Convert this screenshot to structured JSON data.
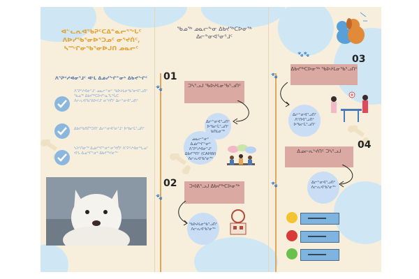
{
  "panel1": {
    "title": "ᐊᓪᓚᕆᐊᖃᕈᑦᑕᐃᓐᓇᓕᕐᖓᑦ ᐱᐅᓯᖃᕐᓂᐅᕐᑐᓄᑦ ᓂᕐᔪᑏᑦ, ᓴᙱᓂᖃᕐᓂᐅᒍᑎ ᓄᓇᓕᑦ",
    "subtitle": "ᐱᕐᕈᑉᓱᐊᓂᕐᒧᑦ ᐊᒻᒪ ᐃᓅᓯᖏᓐᓂᒃ ᐃᑲᔪᖏᑦ",
    "bullets": [
      "ᐱᕐᕈᑉᓱᐊᓂᕐᒧᑦ ᓄᓇᓕᓐᓂᑦ ᖃᐅᔨᒪᓂᖃᕐᓂᐊᕐᓗᑎᑦ ᖃᓄᖅ ᐃᑲᔪᖅᑕᐅᔪᓐᓇᕐᒪᖔᑕ ᐱᓕᕆᐊᖃᕐᕕᐅᔪᒧᑦ ᓂᕐᔪᑏᑦ ᐃᓕᓐᓂᐊᕐᓗᑎᑦ",
      "ᐃᑲᔪᖃᑎᒌᒃᑐᑎᑦ ᐃᓕᓐᓂᐊᕐᓂᕐᒧᑦ ᐅᖃᓕᒫᕐᓗᑎᑦ",
      "ᓴᐳᑦᑎᓂᖅ ᐃᓅᓯᖏᓐᓂᒃ ᓂᕐᔪᑏᑦ ᐱᕐᕈᑉᓱᐊᓂᖓᓄᑦ ᐊᒻᒪ ᐃᓄᖏᓐᓂᒃ ᐃᑲᔪᖅᓯᓂᖅ"
    ]
  },
  "panel2": {
    "title": "ᖃᓄᖅ ᓄᓇᓕᖕᓂ ᐃᑲᔪᖅᑕᐅᓂᖅ ᐃᓕᓐᓂᐊᕐᓂᕐᒧᑦ",
    "steps": [
      {
        "number": "01",
        "label": "ᑐᓴᕐᓗᒍ ᖃᐅᔨᒪᓂᖃᕐᓗᑎᑦ",
        "circle_a": "ᐃᓕᓐᓂᐊᕐᓗᑎᑦ ᐅᖃᓕᒫᕐᓗᑎᑦ ᑲᑎᒪᓂᖅ",
        "circle_b": "ᓄᓇᓕᓐᓂᑦ ᐃᓅᓯᖏᓐᓂᒃ ᐱᕐᕈᑉᓱᐊᓂᕐᒧᑦ ᐃᑲᔪᖅᑎᑦ (CAHW) ᐱᓕᕆᐊᖃᕐᓂᖅ"
      },
      {
        "number": "02",
        "label": "ᑐᐊᕕᕐᓗᒍ ᐃᑲᔪᖅᑕᐅᓂᖅ",
        "circle": "ᖃᐅᔨᒪᓂᖃᕐᓗᑎᑦ ᐱᓕᕆᐊᖃᕐᓂᖅ"
      },
      {
        "number": "03",
        "label": "ᐃᑲᔪᖅᑕᐅᓂᖅ ᖃᐅᔨᒪᓂᖃᕐᓗᑎᑦ",
        "circle": "ᐃᓕᓐᓂᐊᕐᓗᑎᑦ ᐱᑦᑎᐊᕐᓗᑎᑦ ᐅᖃᓕᒫᕐᓗᑎᑦ"
      },
      {
        "number": "04",
        "label": "ᐃᓄᓕᕆᔾᔪᑎᑦ ᑐᓴᕐᓗᒍ",
        "circle": "ᐃᓕᓐᓂᐊᕐᓗᑎᑦ ᐱᓕᕆᐊᖃᕐᓂᖅ"
      }
    ]
  },
  "colors": {
    "accent": "#e1a33a",
    "box": "#d9a9a2",
    "circle": "#c9def4",
    "blue": "#7fb3e0"
  },
  "icons": [
    "check-icon",
    "paw-icon",
    "pet-logo-icon",
    "vet-icon",
    "clinic-icon",
    "people-icon",
    "smiley-face-icon",
    "frown-face-icon",
    "neutral-face-icon"
  ]
}
